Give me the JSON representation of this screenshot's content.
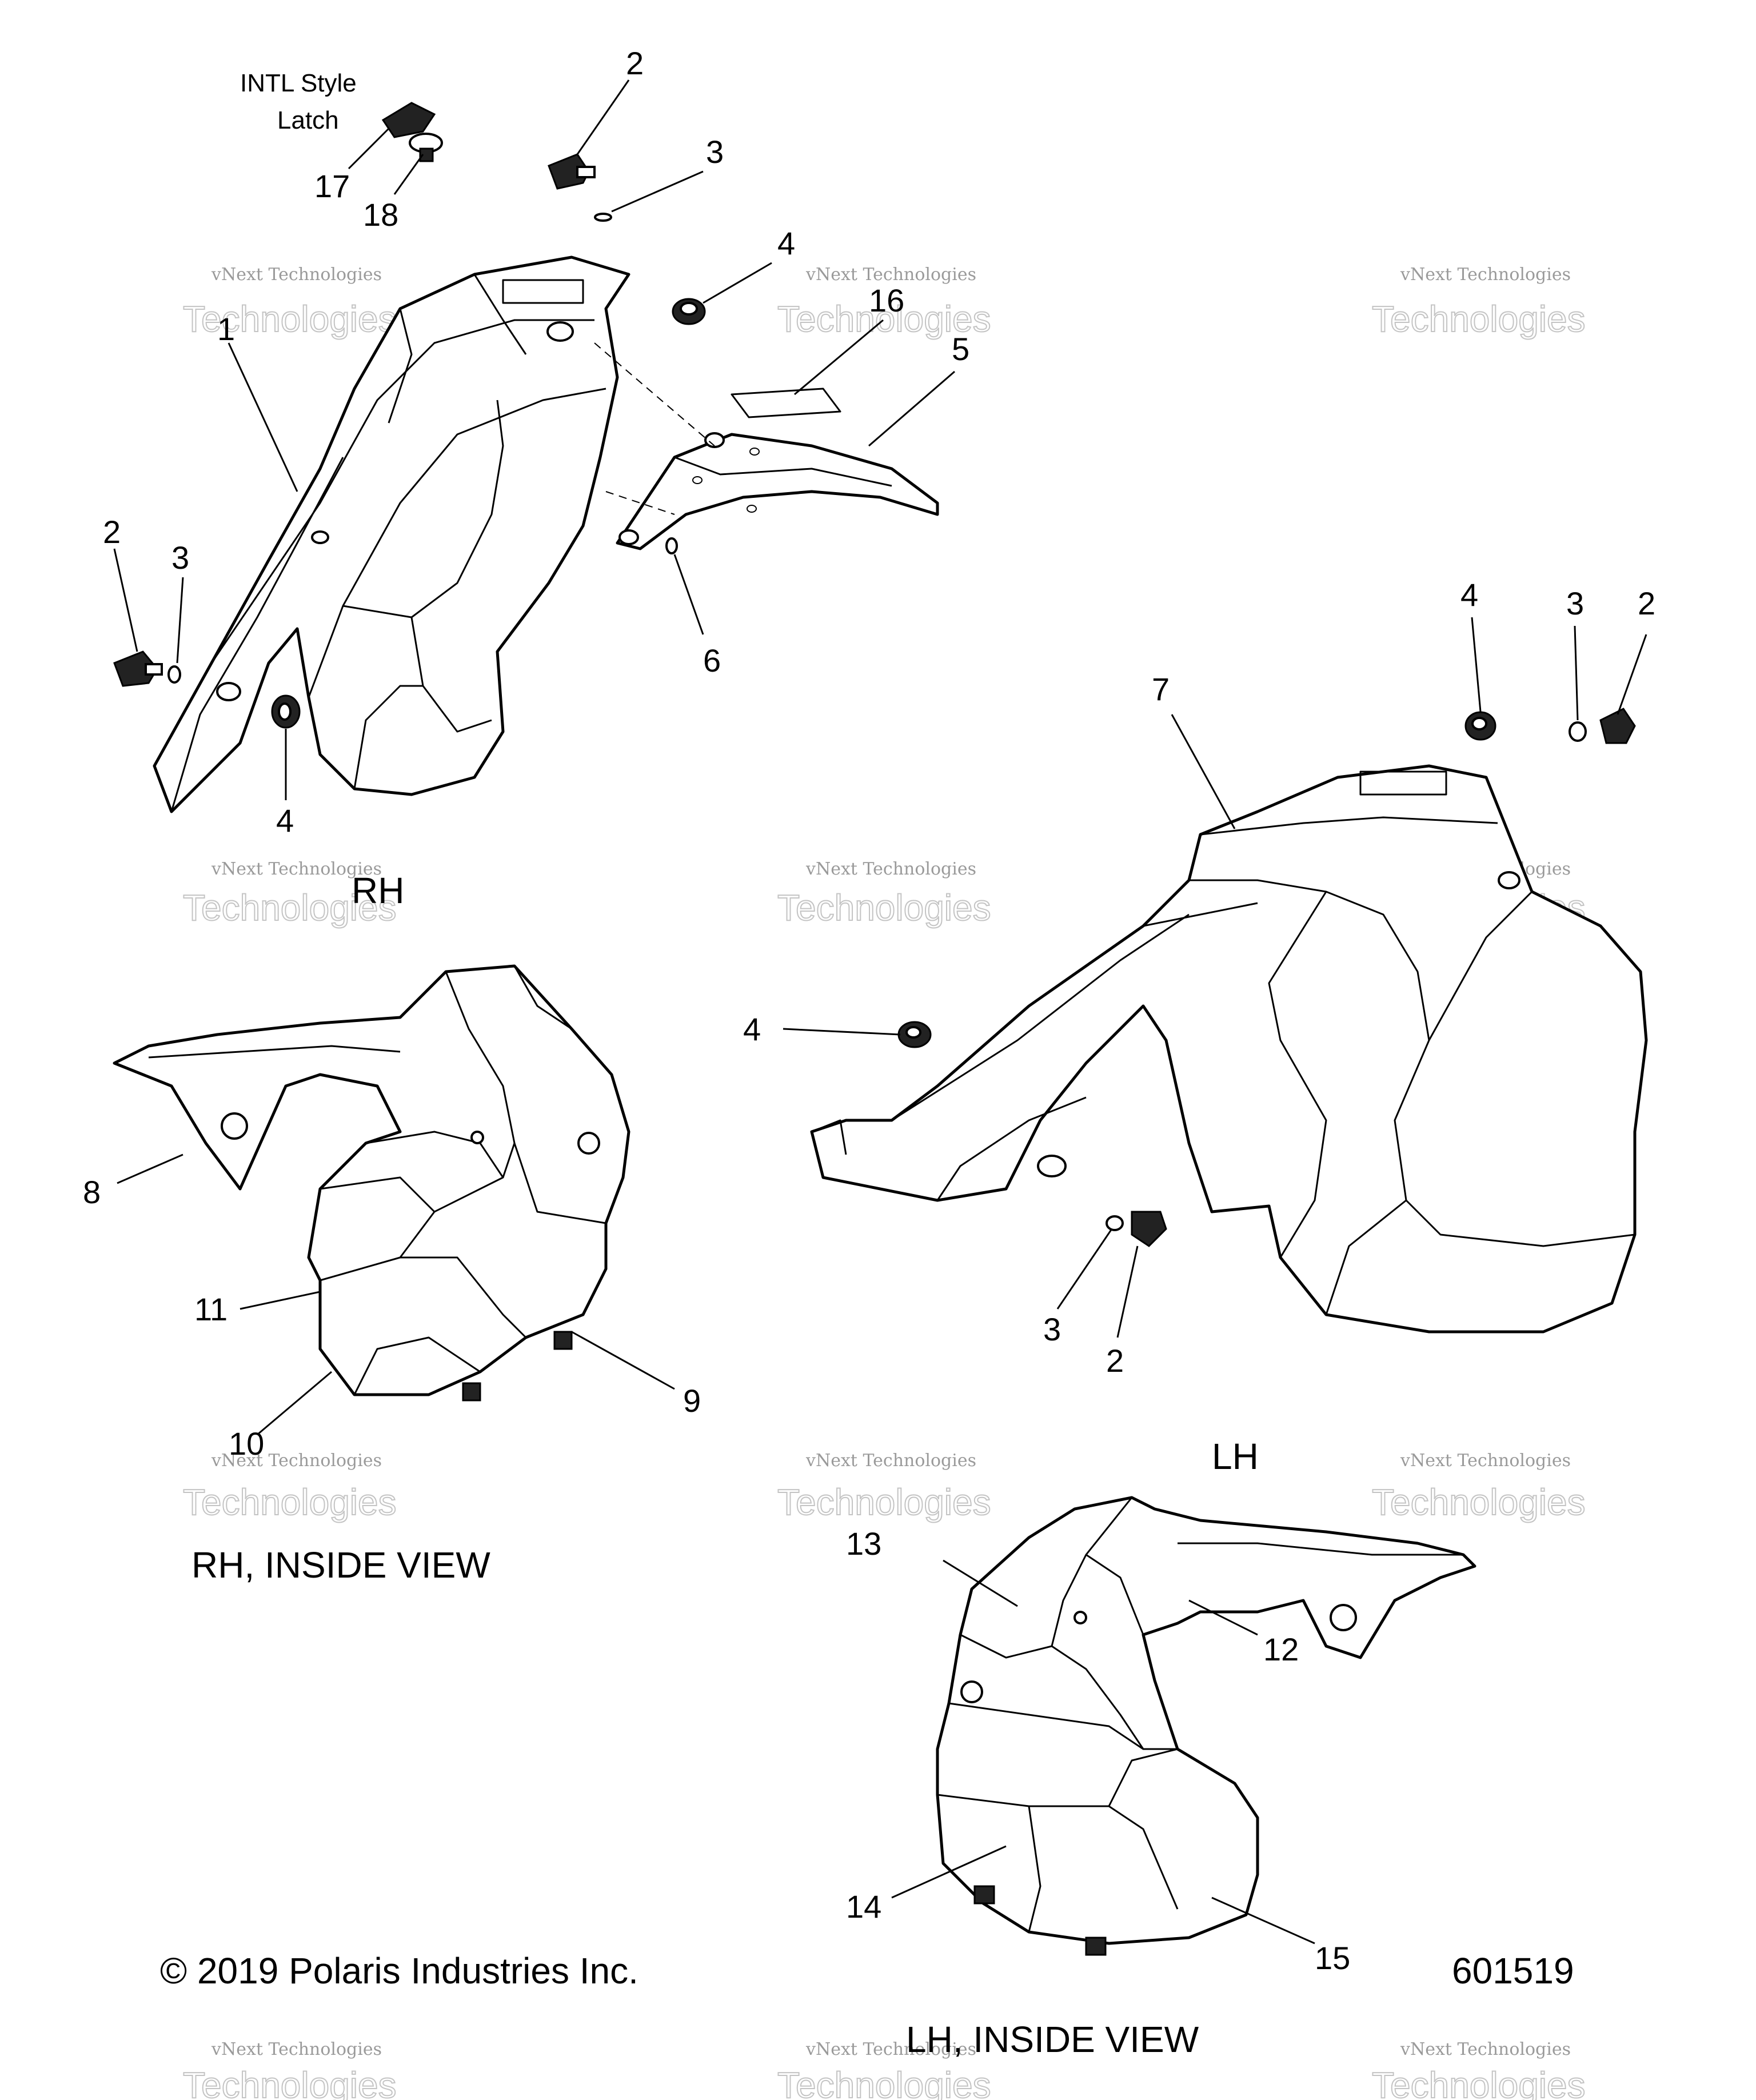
{
  "diagram": {
    "drawing_number": "601519",
    "copyright": "© 2019 Polaris Industries Inc.",
    "watermark": {
      "line1": "vNext Technologies",
      "line2": "Technologies",
      "line0": "vNext"
    },
    "views": {
      "rh": "RH",
      "lh": "LH",
      "rh_inside": "RH, INSIDE VIEW",
      "lh_inside": "LH, INSIDE VIEW"
    },
    "notes": {
      "intl_line1": "INTL Style",
      "intl_line2": "Latch"
    },
    "callouts": {
      "c1": "1",
      "c2": "2",
      "c3": "3",
      "c4": "4",
      "c5": "5",
      "c6": "6",
      "c7": "7",
      "c8": "8",
      "c9": "9",
      "c10": "10",
      "c11": "11",
      "c12": "12",
      "c13": "13",
      "c14": "14",
      "c15": "15",
      "c16": "16",
      "c17": "17",
      "c18": "18"
    }
  }
}
